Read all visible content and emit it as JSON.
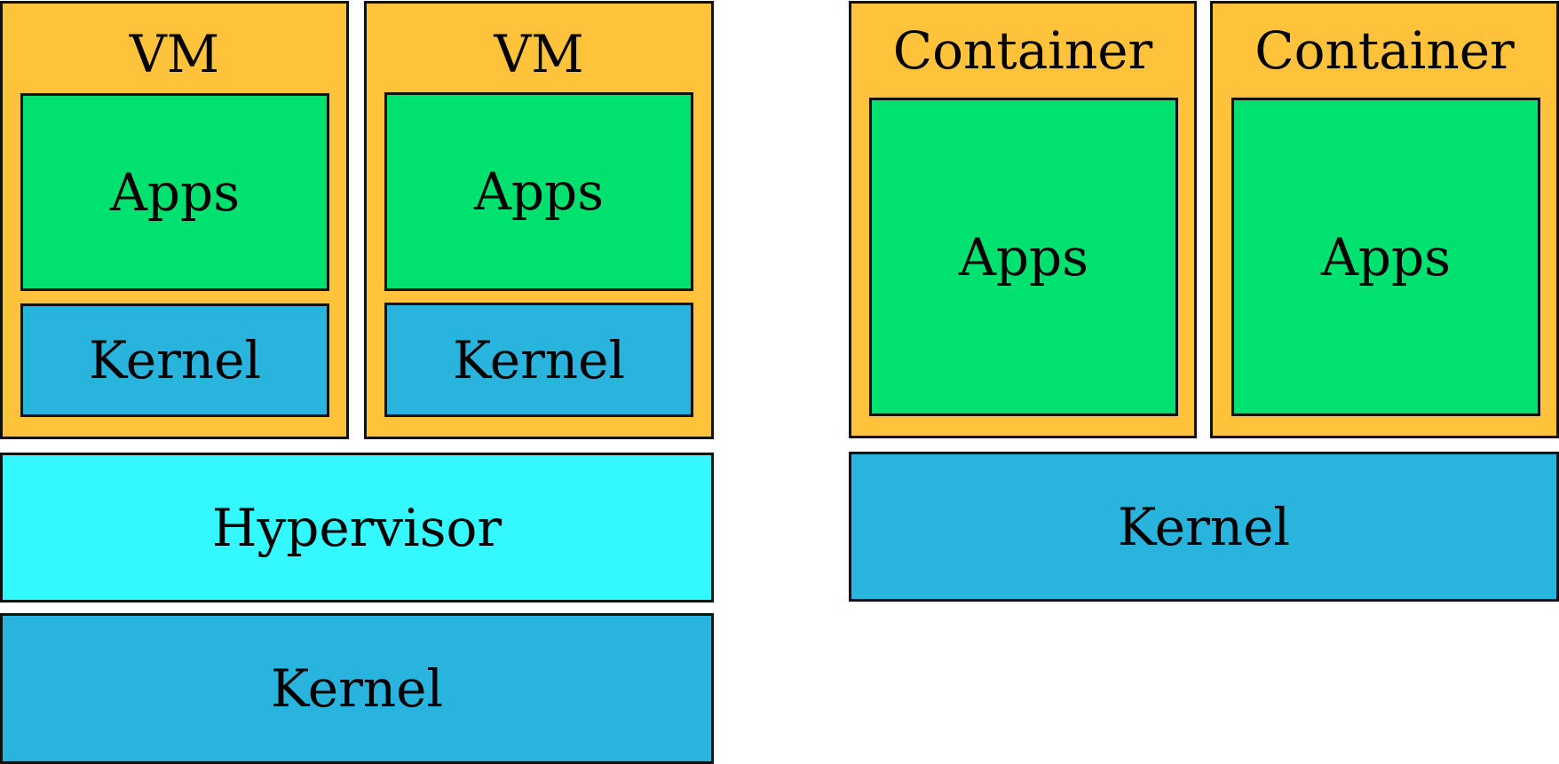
{
  "colors": {
    "container_box": "#FFC33B",
    "apps": "#00E170",
    "kernel": "#28B4DC",
    "hypervisor": "#33F8FF",
    "border": "#111111"
  },
  "vm_stack": {
    "vms": [
      {
        "title": "VM",
        "apps": "Apps",
        "kernel": "Kernel"
      },
      {
        "title": "VM",
        "apps": "Apps",
        "kernel": "Kernel"
      }
    ],
    "hypervisor": "Hypervisor",
    "kernel": "Kernel"
  },
  "container_stack": {
    "containers": [
      {
        "title": "Container",
        "apps": "Apps"
      },
      {
        "title": "Container",
        "apps": "Apps"
      }
    ],
    "kernel": "Kernel"
  }
}
